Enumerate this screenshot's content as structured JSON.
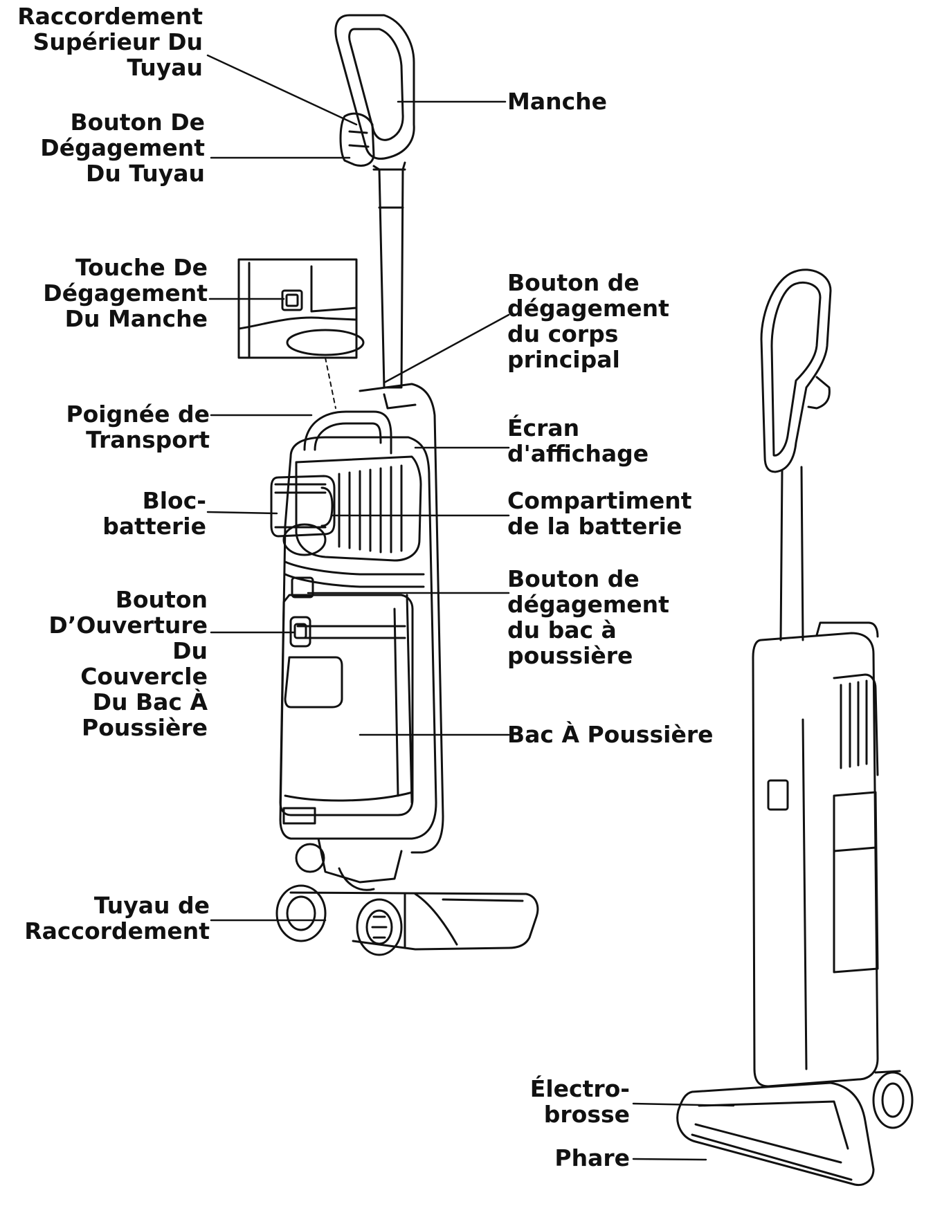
{
  "colors": {
    "ink": "#111111",
    "paper": "#ffffff",
    "shade": "#e9e9e9"
  },
  "labels": {
    "raccordement_superieur": "Raccordement\nSupérieur Du\nTuyau",
    "bouton_degagement_tuyau": "Bouton De\nDégagement\nDu Tuyau",
    "touche_degagement_manche": "Touche De\nDégagement\nDu Manche",
    "poignee_transport": "Poignée de\nTransport",
    "bloc_batterie": "Bloc-\nbatterie",
    "bouton_ouverture_couvercle": "Bouton\nD’Ouverture\nDu\nCouvercle\nDu Bac À\nPoussière",
    "tuyau_raccordement": "Tuyau de\nRaccordement",
    "manche": "Manche",
    "bouton_degagement_corps": "Bouton de\ndégagement\ndu corps\nprincipal",
    "ecran_affichage": "Écran\nd'affichage",
    "compartiment_batterie": "Compartiment\nde la batterie",
    "bouton_degagement_bac": "Bouton de\ndégagement\ndu bac à\npoussière",
    "bac_poussiere": "Bac À Poussière",
    "electro_brosse": "Électro-\nbrosse",
    "phare": "Phare"
  }
}
